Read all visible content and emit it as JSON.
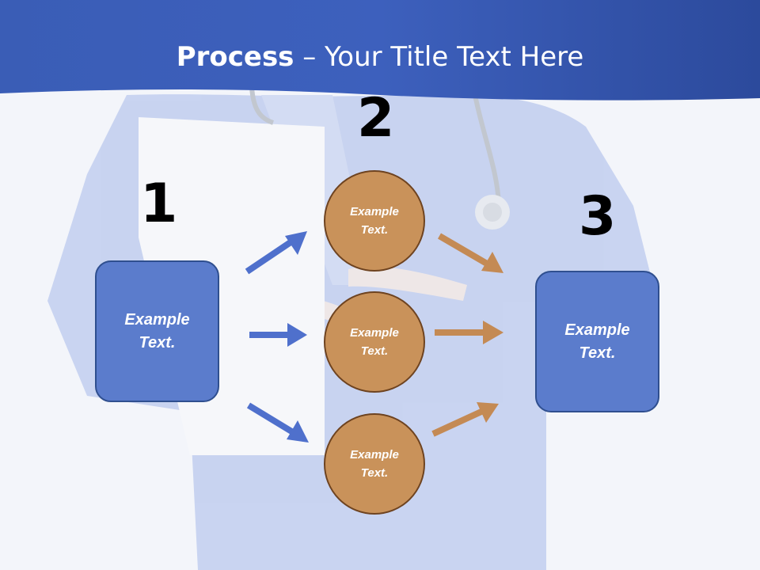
{
  "slide": {
    "title_bold": "Process",
    "title_rest": " – Your Title Text Here"
  },
  "steps": {
    "step1": {
      "number": "1",
      "box_text": "Example\nText."
    },
    "step2": {
      "number": "2",
      "circles": [
        "Example\nText.",
        "Example\nText.",
        "Example\nText."
      ]
    },
    "step3": {
      "number": "3",
      "box_text": "Example\nText."
    }
  },
  "colors": {
    "header_blue": "#3557b0",
    "box_fill": "#5b7ccc",
    "box_border": "#2f4f8f",
    "circle_fill": "#c9925a",
    "circle_border": "#6e4320",
    "arrow_blue": "#4f70cc",
    "arrow_orange": "#c48a54"
  }
}
